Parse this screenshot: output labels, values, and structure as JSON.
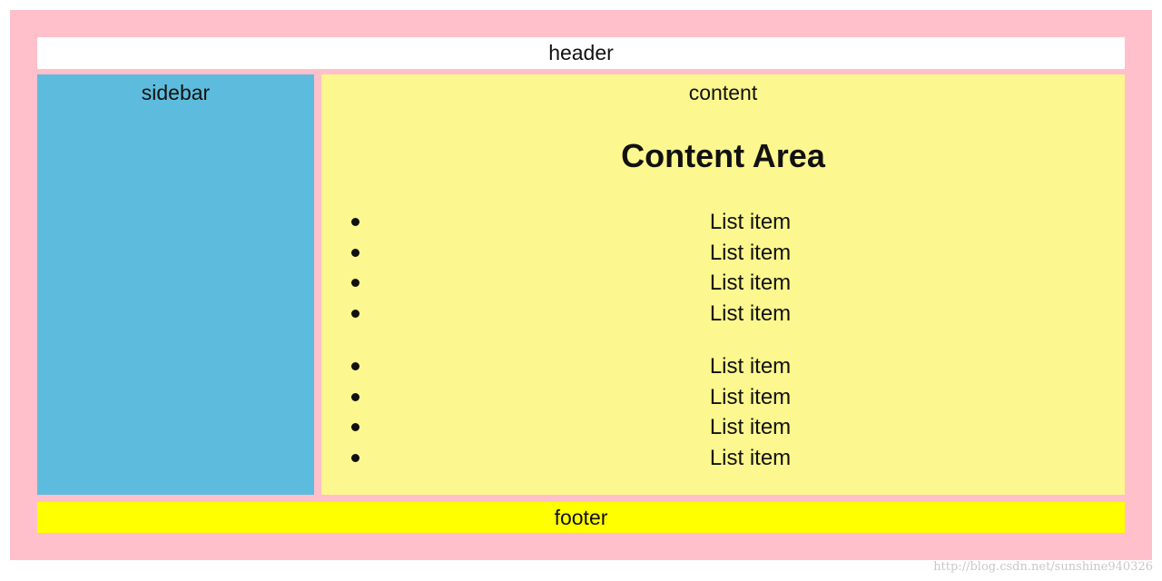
{
  "header": {
    "label": "header"
  },
  "sidebar": {
    "label": "sidebar"
  },
  "content": {
    "label": "content",
    "title": "Content Area",
    "lists": [
      [
        "List item",
        "List item",
        "List item",
        "List item"
      ],
      [
        "List item",
        "List item",
        "List item",
        "List item"
      ]
    ]
  },
  "footer": {
    "label": "footer"
  },
  "watermark": "http://blog.csdn.net/sunshine940326",
  "colors": {
    "page_bg": "#ffc0cb",
    "header_bg": "#ffffff",
    "sidebar_bg": "#5dbcdd",
    "content_bg": "#fcf78e",
    "footer_bg": "#ffff00"
  }
}
